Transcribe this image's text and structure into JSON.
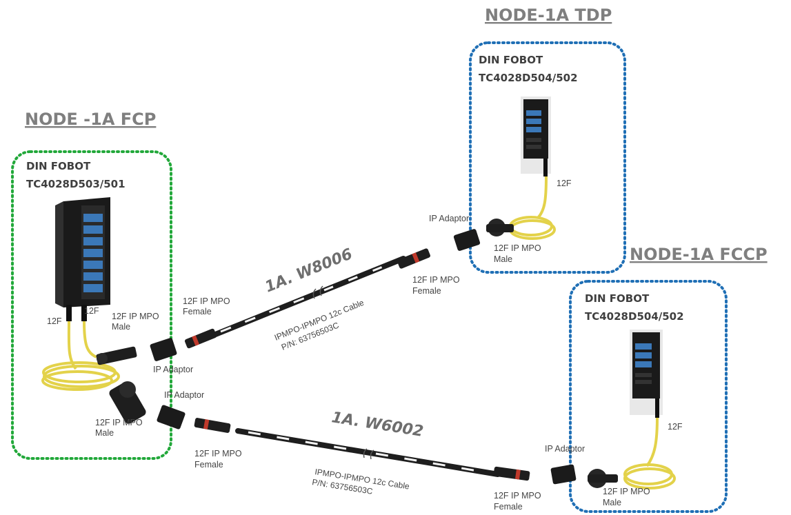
{
  "nodes": {
    "fcp": {
      "title": "NODE -1A FCP",
      "din_label": "DIN FOBOT",
      "part_number": "TC4028D503/501",
      "border_color": "#22a83a"
    },
    "tdp": {
      "title": "NODE-1A TDP",
      "din_label": "DIN FOBOT",
      "part_number": "TC4028D504/502",
      "border_color": "#1f6fb5"
    },
    "fccp": {
      "title": "NODE-1A FCCP",
      "din_label": "DIN FOBOT",
      "part_number": "TC4028D504/502",
      "border_color": "#1f6fb5"
    }
  },
  "cables": {
    "w8006": {
      "name": "1A. W8006",
      "desc_line1": "IPMPO-IPMPO 12c Cable",
      "desc_line2": "P/N: 63756503C"
    },
    "w6002": {
      "name": "1A. W6002",
      "desc_line1": "IPMPO-IPMPO 12c Cable",
      "desc_line2": "P/N: 63756503C"
    }
  },
  "labels": {
    "fcp_12f_left": "12F",
    "fcp_12f_right": "12F",
    "fcp_male_upper_1": "12F IP MPO",
    "fcp_male_upper_2": "Male",
    "fcp_female_upper_1": "12F IP MPO",
    "fcp_female_upper_2": "Female",
    "fcp_adaptor_upper": "IP Adaptor",
    "fcp_adaptor_lower": "IP Adaptor",
    "fcp_male_lower_1": "12F IP MPO",
    "fcp_male_lower_2": "Male",
    "fcp_female_lower_1": "12F IP MPO",
    "fcp_female_lower_2": "Female",
    "tdp_12f": "12F",
    "tdp_adaptor": "IP Adaptor",
    "tdp_male_1": "12F IP MPO",
    "tdp_male_2": "Male",
    "tdp_female_1": "12F IP MPO",
    "tdp_female_2": "Female",
    "fccp_12f": "12F",
    "fccp_adaptor": "IP Adaptor",
    "fccp_male_1": "12F IP MPO",
    "fccp_male_2": "Male",
    "fccp_female_1": "12F IP MPO",
    "fccp_female_2": "Female"
  },
  "colors": {
    "fiber_yellow": "#e3d24a",
    "cable_black": "#1e1e1e",
    "device_body": "#1a1a1a",
    "port_blue": "#3b78b8"
  }
}
